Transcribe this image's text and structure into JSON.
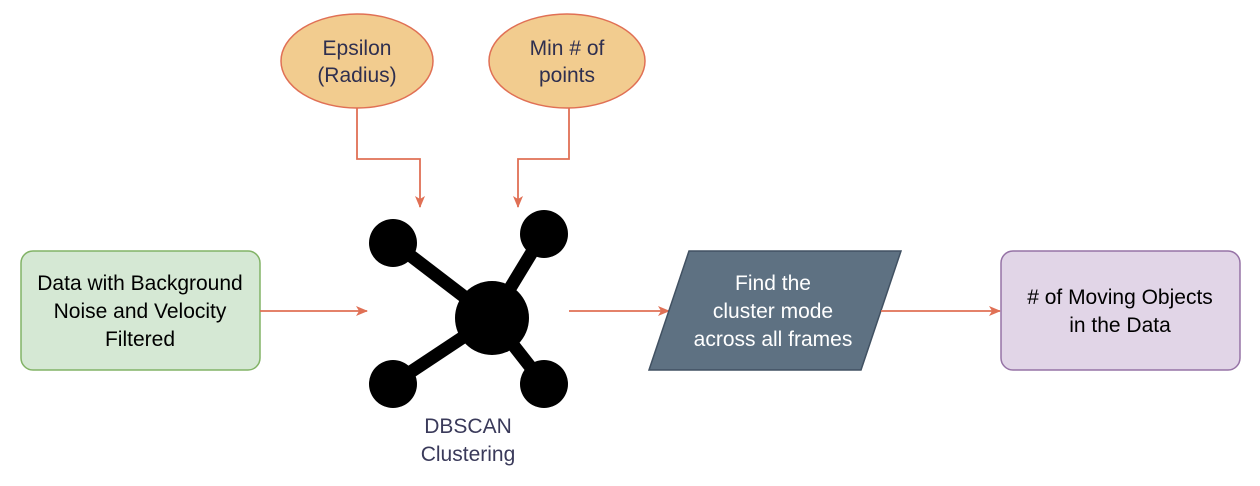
{
  "colors": {
    "arrow": "#E07055",
    "ellipse_fill": "#F2CC8F",
    "ellipse_stroke": "#E07055",
    "input_fill": "#D5E8D4",
    "input_stroke": "#82B366",
    "process_fill": "#5E7182",
    "process_text": "#FFFFFF",
    "output_fill": "#E1D5E7",
    "output_stroke": "#9673A6",
    "icon": "#000000",
    "caption_text": "#3A3A5A"
  },
  "params": {
    "epsilon": {
      "line1": "Epsilon",
      "line2": "(Radius)"
    },
    "min_points": {
      "line1": "Min # of",
      "line2": "points"
    }
  },
  "input": {
    "line1": "Data with Background",
    "line2": "Noise and Velocity",
    "line3": "Filtered"
  },
  "dbscan": {
    "icon": "cluster-network-icon",
    "line1": "DBSCAN",
    "line2": "Clustering"
  },
  "process": {
    "line1": "Find the",
    "line2": "cluster mode",
    "line3": "across all frames"
  },
  "output": {
    "line1": "# of Moving Objects",
    "line2": "in the Data"
  }
}
